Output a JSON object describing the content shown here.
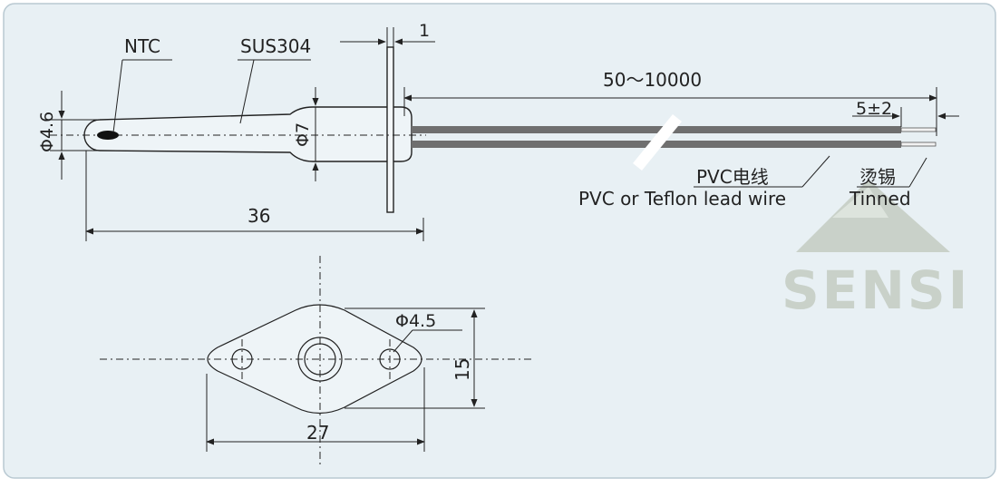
{
  "labels": {
    "ntc": "NTC",
    "material": "SUS304",
    "flange_thickness": "1",
    "lead_length": "50～10000",
    "strip_length": "5±2",
    "phi_probe": "Φ4.6",
    "phi_tube": "Φ7",
    "probe_length": "36",
    "wire_cn": "PVC电线",
    "wire_en": "PVC or Teflon lead wire",
    "tinned_cn": "烫锡",
    "tinned_en": "Tinned",
    "hole_dia": "Φ4.5",
    "flange_height": "15",
    "flange_width": "27"
  },
  "watermark": "SENSI",
  "colors": {
    "panel_bg": "#e8f0f4",
    "panel_border": "#b9c9d2",
    "line": "#222222",
    "wire": "#6f6f6f",
    "watermark": "#c9d1c9"
  }
}
